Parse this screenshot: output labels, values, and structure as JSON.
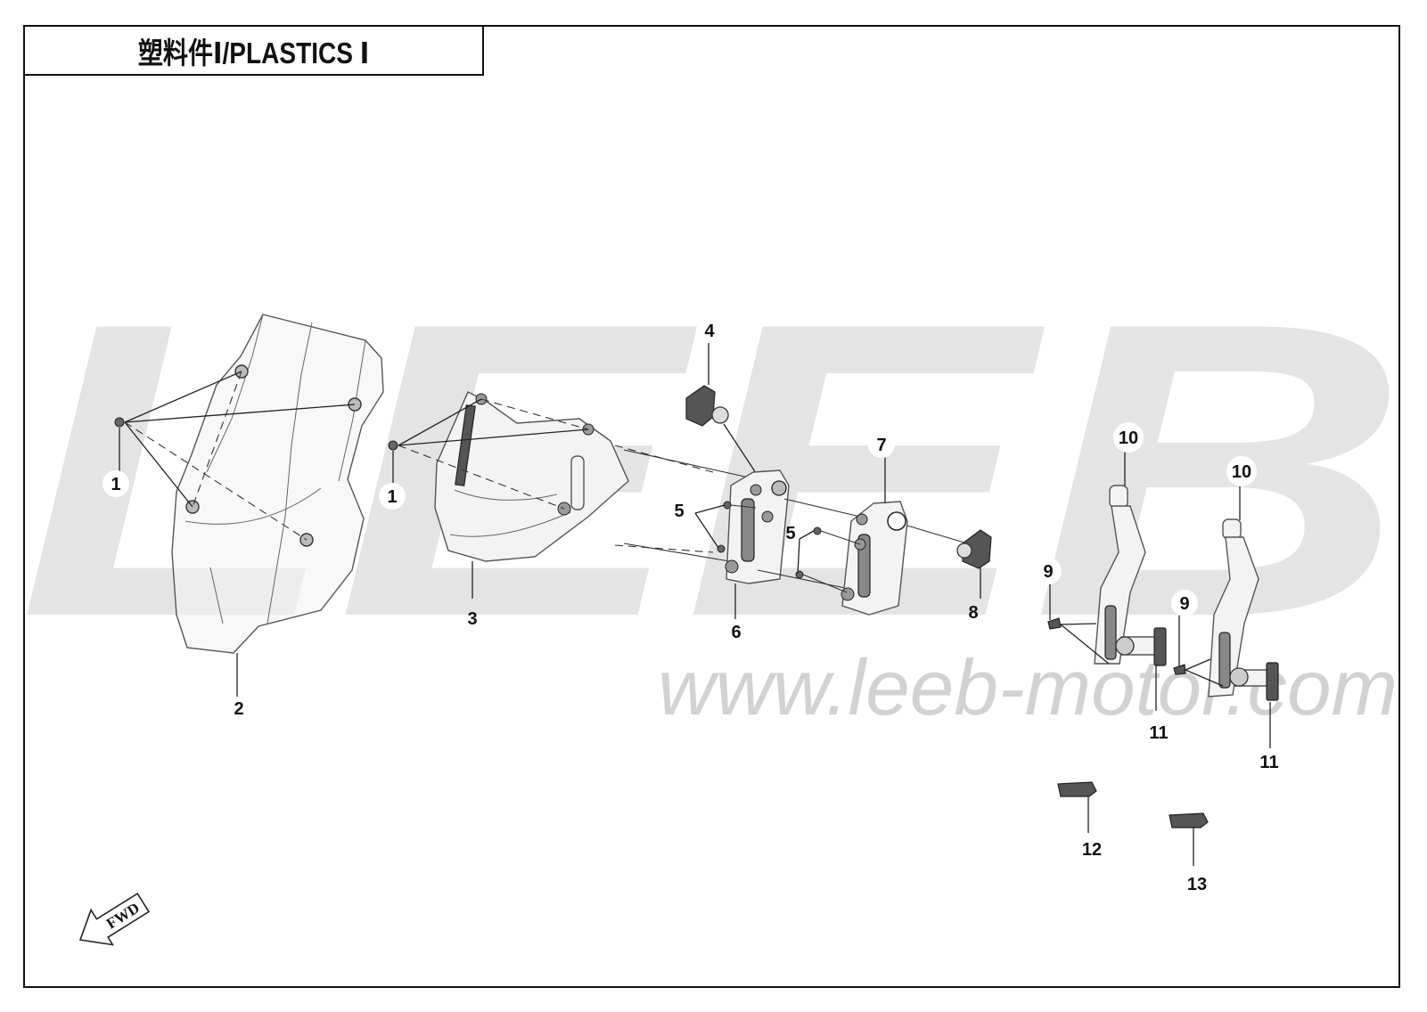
{
  "title": "塑料件Ⅰ/PLASTICS Ⅰ",
  "watermark": {
    "logo_text": "LEEB",
    "url": "www.leeb-motor.com",
    "color": "#dcdcdc"
  },
  "fwd_label": "FWD",
  "callouts": [
    {
      "id": "c1a",
      "label": "1"
    },
    {
      "id": "c1b",
      "label": "1"
    },
    {
      "id": "c2",
      "label": "2"
    },
    {
      "id": "c3",
      "label": "3"
    },
    {
      "id": "c4",
      "label": "4"
    },
    {
      "id": "c5a",
      "label": "5"
    },
    {
      "id": "c5b",
      "label": "5"
    },
    {
      "id": "c6",
      "label": "6"
    },
    {
      "id": "c7",
      "label": "7"
    },
    {
      "id": "c8",
      "label": "8"
    },
    {
      "id": "c9a",
      "label": "9"
    },
    {
      "id": "c9b",
      "label": "9"
    },
    {
      "id": "c10a",
      "label": "10"
    },
    {
      "id": "c10b",
      "label": "10"
    },
    {
      "id": "c11a",
      "label": "11"
    },
    {
      "id": "c11b",
      "label": "11"
    },
    {
      "id": "c12",
      "label": "12"
    },
    {
      "id": "c13",
      "label": "13"
    }
  ]
}
